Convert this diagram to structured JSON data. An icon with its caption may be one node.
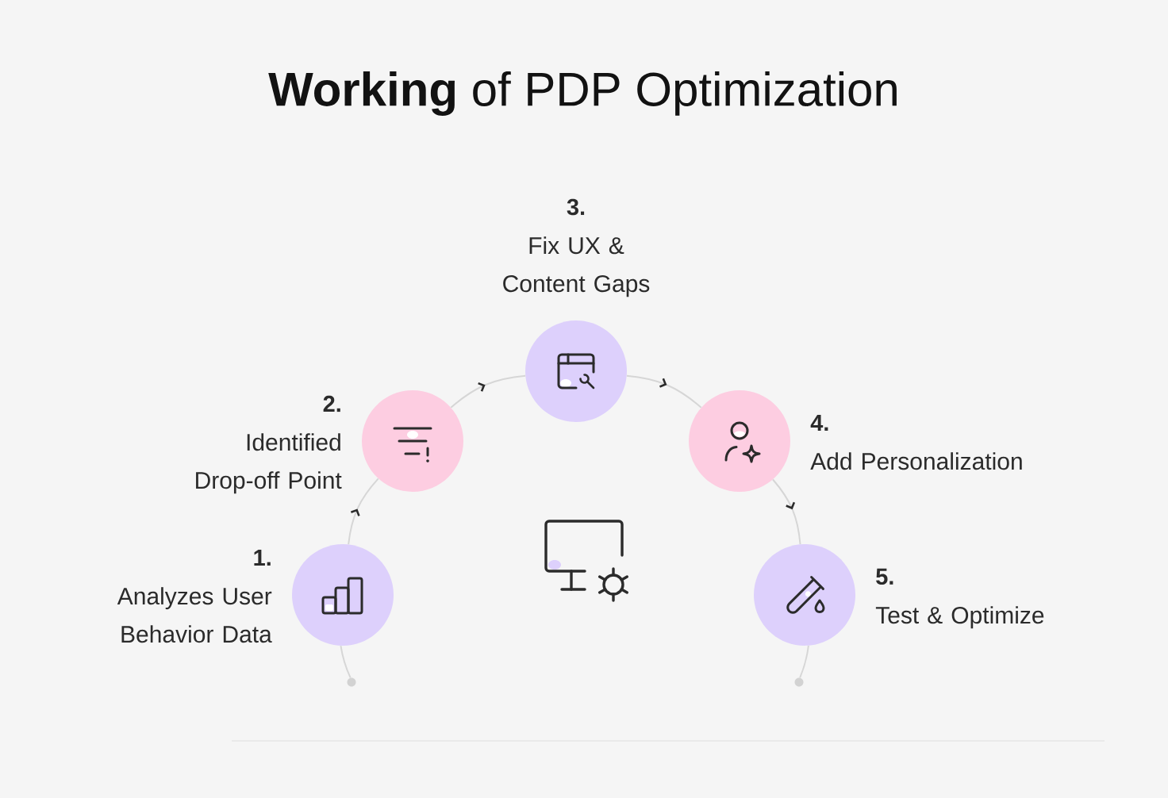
{
  "diagram": {
    "title": "**Working** of PDP Optimization",
    "nodes": [
      {
        "text": [],
        "shape": "circle"
      },
      {
        "text": [],
        "shape": "circle",
        "beside": [
          "1.",
          "Analyzes User Behavior Data"
        ]
      },
      {
        "text": [],
        "shape": "circle",
        "beside": [
          "2.",
          "Identified Drop-off Point"
        ]
      },
      {
        "text": [],
        "shape": "circle",
        "beside": [
          "3.",
          "Fix UX & Content Gaps"
        ]
      },
      {
        "text": [],
        "shape": "circle",
        "beside": [
          "4.",
          "Add Personalization"
        ]
      },
      {
        "text": [],
        "shape": "circle",
        "beside": [
          "5.",
          "Test & Optimize"
        ]
      },
      {
        "text": [],
        "shape": "circle"
      }
    ],
    "edges": [
      {
        "from": 0,
        "to": 1,
        "arrow": "none"
      },
      {
        "from": 1,
        "to": 2,
        "arrow": "to"
      },
      {
        "from": 2,
        "to": 3,
        "arrow": "to"
      },
      {
        "from": 3,
        "to": 4,
        "arrow": "to"
      },
      {
        "from": 4,
        "to": 5,
        "arrow": "to"
      },
      {
        "from": 5,
        "to": 6,
        "arrow": "none"
      }
    ]
  }
}
